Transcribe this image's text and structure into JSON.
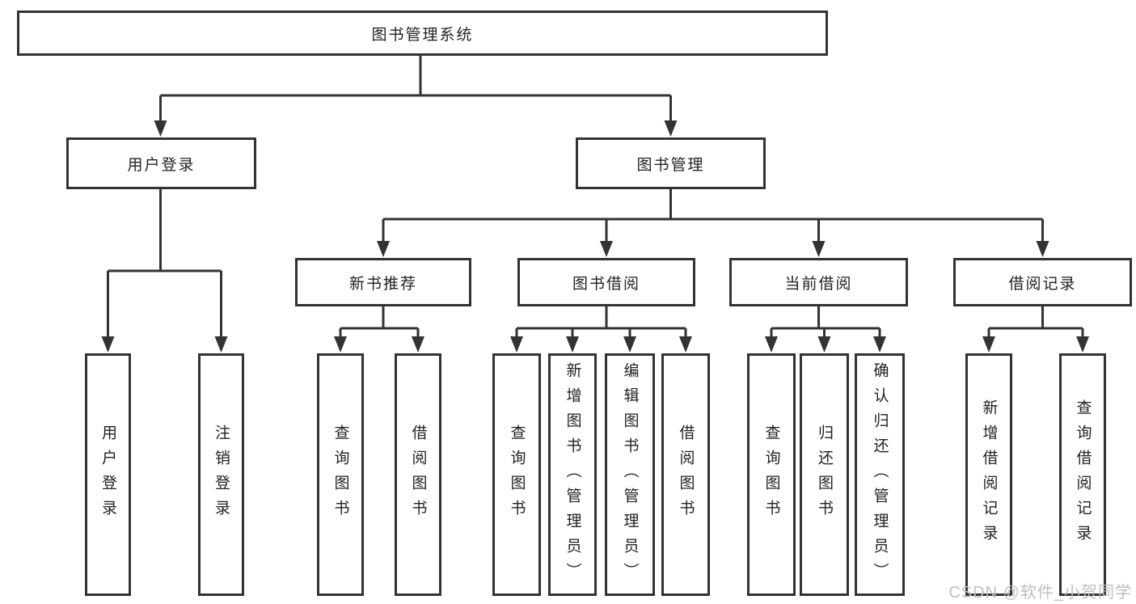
{
  "tree": {
    "root": {
      "label": "图书管理系统",
      "children": [
        {
          "label": "用户登录",
          "children": [
            {
              "label": "用户登录"
            },
            {
              "label": "注销登录"
            }
          ]
        },
        {
          "label": "图书管理",
          "children": [
            {
              "label": "新书推荐",
              "children": [
                {
                  "label": "查询图书"
                },
                {
                  "label": "借阅图书"
                }
              ]
            },
            {
              "label": "图书借阅",
              "children": [
                {
                  "label": "查询图书"
                },
                {
                  "label": "新增图书（管理员）"
                },
                {
                  "label": "编辑图书（管理员）"
                },
                {
                  "label": "借阅图书"
                }
              ]
            },
            {
              "label": "当前借阅",
              "children": [
                {
                  "label": "查询图书"
                },
                {
                  "label": "归还图书"
                },
                {
                  "label": "确认归还（管理员）"
                }
              ]
            },
            {
              "label": "借阅记录",
              "children": [
                {
                  "label": "新增借阅记录"
                },
                {
                  "label": "查询借阅记录"
                }
              ]
            }
          ]
        }
      ]
    }
  },
  "watermark": {
    "text": "CSDN @软件_小贺同学"
  },
  "colors": {
    "line": "#333333",
    "box_border": "#333333",
    "text": "#222222",
    "watermark": "#bfbfbf",
    "background": "#ffffff"
  }
}
